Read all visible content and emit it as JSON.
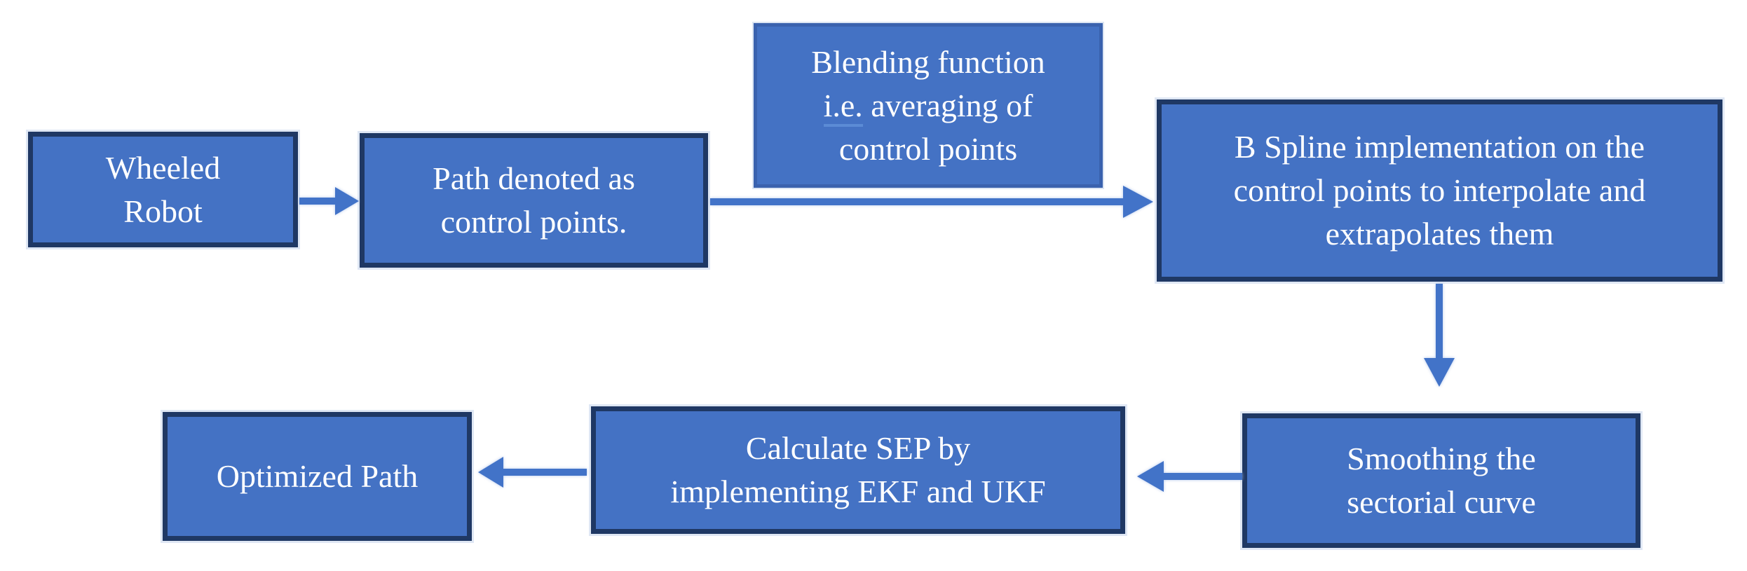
{
  "diagram": {
    "type": "flowchart",
    "colors": {
      "background": "#ffffff",
      "box_fill": "#4472c4",
      "box_border": "#1f3864",
      "annotation_border": "#3a62ae",
      "arrow_color": "#4273c8",
      "text_color": "#ffffff"
    },
    "nodes": {
      "wheeled_robot": {
        "lines": [
          "Wheeled",
          "Robot"
        ]
      },
      "path_control_points": {
        "lines": [
          "Path denoted as",
          "control points."
        ]
      },
      "blending_function": {
        "lines": [
          "Blending function",
          [
            "i.e.",
            " averaging of"
          ],
          "control points"
        ]
      },
      "b_spline": {
        "lines": [
          "B Spline implementation on the",
          "control points to interpolate and",
          "extrapolates them"
        ]
      },
      "smoothing": {
        "lines": [
          "Smoothing the",
          "sectorial curve"
        ]
      },
      "calculate_sep": {
        "lines": [
          "Calculate SEP by",
          "implementing EKF and UKF"
        ]
      },
      "optimized_path": {
        "lines": [
          "Optimized Path"
        ]
      }
    },
    "edges": [
      {
        "from": "wheeled_robot",
        "to": "path_control_points",
        "direction": "right"
      },
      {
        "from": "path_control_points",
        "to": "b_spline",
        "direction": "right",
        "annotation": "blending_function"
      },
      {
        "from": "b_spline",
        "to": "smoothing",
        "direction": "down"
      },
      {
        "from": "smoothing",
        "to": "calculate_sep",
        "direction": "left"
      },
      {
        "from": "calculate_sep",
        "to": "optimized_path",
        "direction": "left"
      }
    ]
  }
}
